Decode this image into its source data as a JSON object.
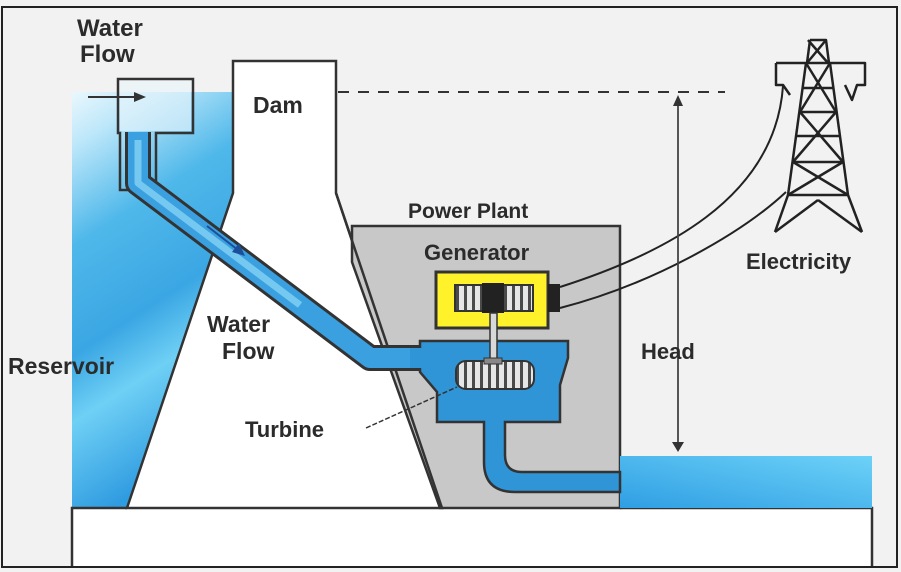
{
  "diagram": {
    "title": "Hydroelectric Power Plant",
    "labels": {
      "water_flow_top_line1": "Water",
      "water_flow_top_line2": "Flow",
      "dam": "Dam",
      "power_plant": "Power Plant",
      "generator": "Generator",
      "electricity": "Electricity",
      "water_flow_mid_line1": "Water",
      "water_flow_mid_line2": "Flow",
      "reservoir": "Reservoir",
      "head": "Head",
      "turbine": "Turbine"
    },
    "colors": {
      "background": "#f2f2f2",
      "water_light": "#c9ecfb",
      "water_mid": "#5cc6f2",
      "water_dark": "#2f95d6",
      "penstock": "#3aa0e0",
      "dam": "#ffffff",
      "power_house": "#c8c8c8",
      "generator_housing": "#fff22a",
      "outline": "#333333"
    }
  }
}
